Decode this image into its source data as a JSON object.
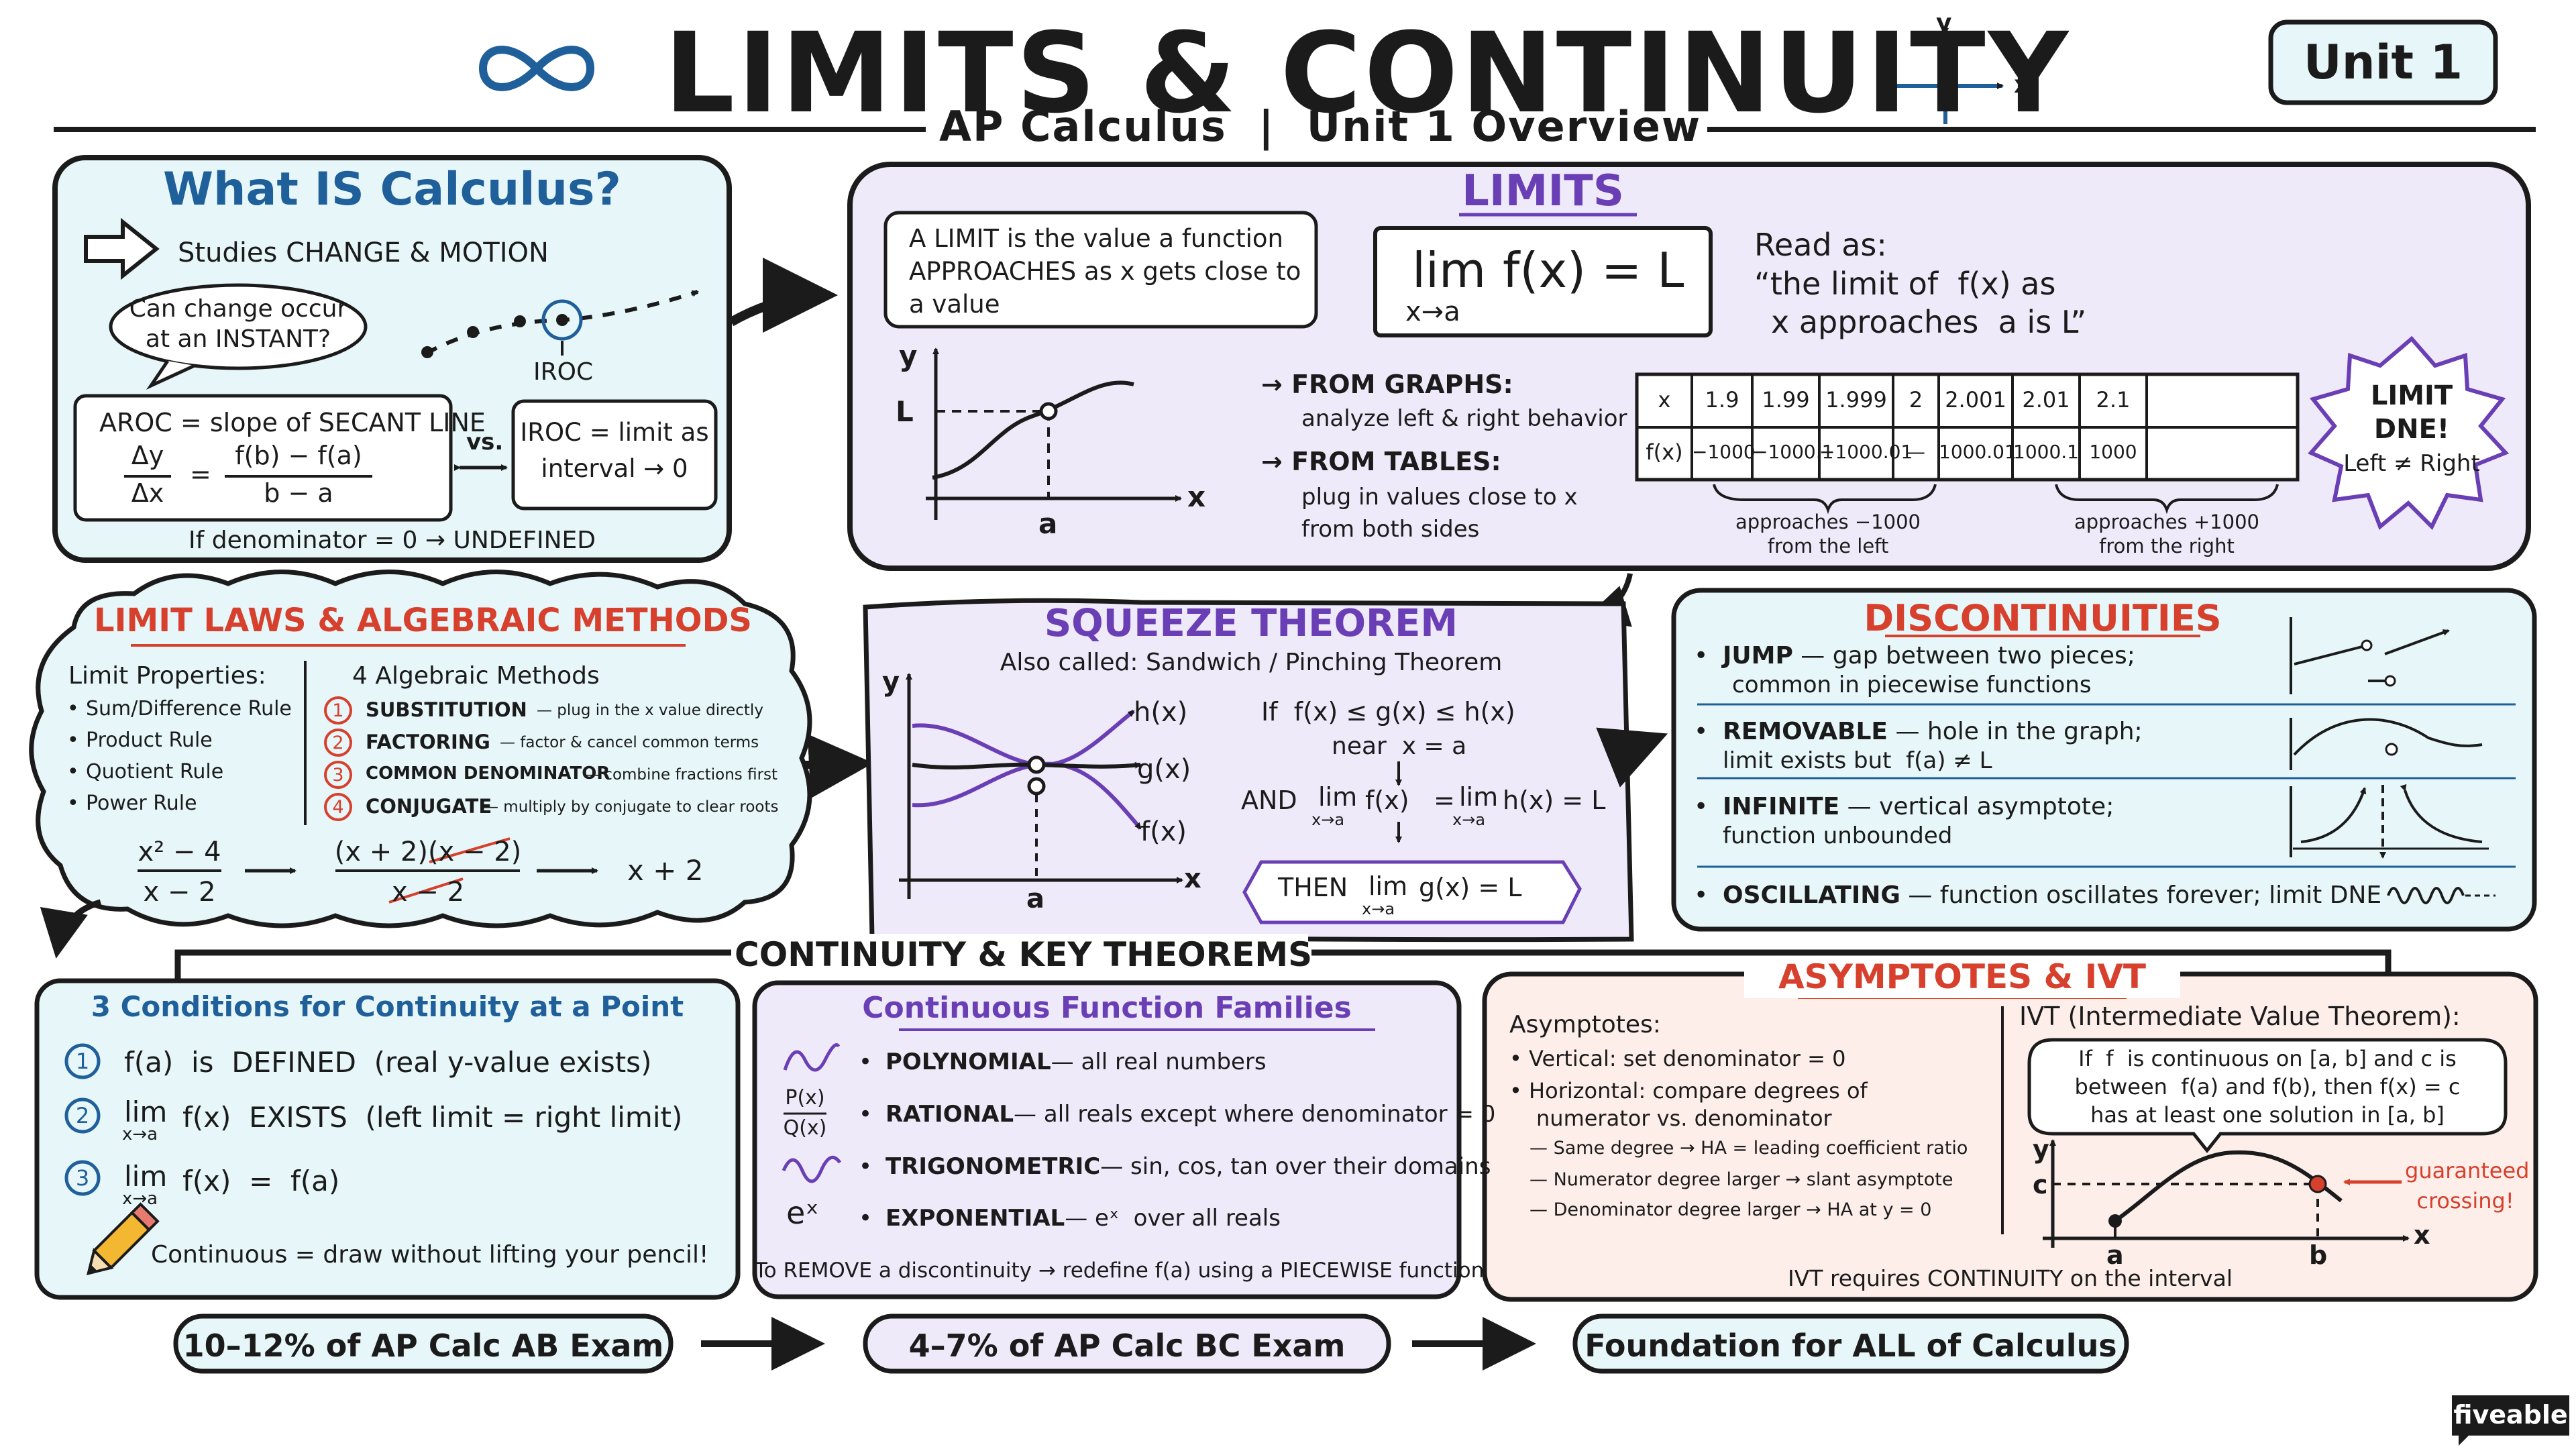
{
  "header": {
    "title": "LIMITS & CONTINUITY",
    "subtitle": "AP Calculus  |  Unit 1 Overview",
    "unit_badge": "Unit 1",
    "axis_y": "y",
    "axis_x": "x",
    "infinity_icon": "infinity-icon",
    "axes_icon": "axes-icon"
  },
  "calculus": {
    "title": "What IS Calculus?",
    "studies": "Studies CHANGE & MOTION",
    "bubble_line1": "Can change occur",
    "bubble_line2": "at an INSTANT?",
    "iroc_point": "IROC",
    "aroc_line1": "AROC = slope of SECANT LINE",
    "aroc_frac1_num": "Δy",
    "aroc_frac1_den": "Δx",
    "aroc_eq": "=",
    "aroc_frac2_num": "f(b) − f(a)",
    "aroc_frac2_den": "b − a",
    "vs": "vs.",
    "iroc_line1": "IROC = limit as",
    "iroc_line2": "interval → 0",
    "undefined_note": "If denominator = 0 → UNDEFINED"
  },
  "limits": {
    "title": "LIMITS",
    "def_line1": "A LIMIT is the value a function",
    "def_line2": "APPROACHES as x gets close to",
    "def_line3": "a value",
    "notation_lim": "lim",
    "notation_sub": "x→a",
    "notation_rest": "f(x) = L",
    "read_as1": "Read as:",
    "read_as2": "“the limit of  f(x) as",
    "read_as3": "x approaches  a is L”",
    "graph_y": "y",
    "graph_x": "x",
    "graph_L": "L",
    "graph_a": "a",
    "from_graphs": "→ FROM GRAPHS:",
    "from_graphs_sub": "analyze left & right behavior",
    "from_tables": "→ FROM TABLES:",
    "from_tables_sub1": "plug in values close to x",
    "from_tables_sub2": "from both sides",
    "table_x_label": "x",
    "table_fx_label": "f(x)",
    "table_x": [
      "1.9",
      "1.99",
      "1.999",
      "2",
      "2.001",
      "2.01",
      "2.1"
    ],
    "table_fx": [
      "−1000",
      "−1000.1",
      "−1000.01",
      "—",
      "1000.01",
      "1000.1",
      "1000"
    ],
    "left_note1": "approaches −1000",
    "left_note2": "from the left",
    "right_note1": "approaches +1000",
    "right_note2": "from the right",
    "dne1": "LIMIT",
    "dne2": "DNE!",
    "dne3": "Left ≠ Right"
  },
  "laws": {
    "title": "LIMIT LAWS & ALGEBRAIC METHODS",
    "props_title": "Limit Properties:",
    "props": [
      "Sum/Difference Rule",
      "Product Rule",
      "Quotient Rule",
      "Power Rule"
    ],
    "methods_title": "4 Algebraic Methods",
    "methods": [
      {
        "num": "1",
        "name": "SUBSTITUTION",
        "desc": "— plug in the x value directly"
      },
      {
        "num": "2",
        "name": "FACTORING",
        "desc": "— factor & cancel common terms"
      },
      {
        "num": "3",
        "name": "COMMON DENOMINATOR",
        "desc": "— combine fractions first"
      },
      {
        "num": "4",
        "name": "CONJUGATE",
        "desc": "— multiply by conjugate to clear roots"
      }
    ],
    "ex_num": "x² − 4",
    "ex_den": "x − 2",
    "ex_f_num": "(x + 2)(x − 2)",
    "ex_f_den": "x − 2",
    "ex_result": "x + 2"
  },
  "squeeze": {
    "title": "SQUEEZE THEOREM",
    "also": "Also called: Sandwich / Pinching Theorem",
    "h": "h(x)",
    "g": "g(x)",
    "f": "f(x)",
    "y": "y",
    "x": "x",
    "a": "a",
    "if_line": "If  f(x) ≤ g(x) ≤ h(x)",
    "near": "near  x = a",
    "and": "AND",
    "lim": "lim",
    "sub": "x→a",
    "fx": "f(x)",
    "eq": "=",
    "hx": "h(x) = L",
    "then": "THEN",
    "then_rest": "g(x) = L"
  },
  "discontinuities": {
    "title": "DISCONTINUITIES",
    "items": [
      {
        "name": "JUMP",
        "line1": " — gap between two pieces;",
        "line2": "common in piecewise functions"
      },
      {
        "name": "REMOVABLE",
        "line1": " — hole in the graph;",
        "line2": "limit exists but  f(a) ≠ L"
      },
      {
        "name": "INFINITE",
        "line1": " — vertical asymptote;",
        "line2": "function unbounded"
      },
      {
        "name": "OSCILLATING",
        "line1": " — function oscillates forever; limit DNE",
        "line2": ""
      }
    ]
  },
  "continuity_header": "CONTINUITY & KEY THEOREMS",
  "conditions": {
    "title": "3 Conditions for Continuity at a Point",
    "items": [
      {
        "num": "1",
        "text": "f(a)  is  DEFINED  (real y-value exists)"
      },
      {
        "num": "2",
        "text": "f(x)  EXISTS  (left limit = right limit)"
      },
      {
        "num": "3",
        "text": "f(x)  =  f(a)"
      }
    ],
    "lim": "lim",
    "sub": "x→a",
    "pencil_note": "Continuous = draw without lifting your pencil!"
  },
  "families": {
    "title": "Continuous Function Families",
    "items": [
      {
        "icon": "∿",
        "name": "POLYNOMIAL",
        "desc": "— all real numbers"
      },
      {
        "icon": "P(x)/Q(x)",
        "name": "RATIONAL",
        "desc": "— all reals except where denominator = 0"
      },
      {
        "icon": "∿",
        "name": "TRIGONOMETRIC",
        "desc": "— sin, cos, tan over their domains"
      },
      {
        "icon": "eˣ",
        "name": "EXPONENTIAL",
        "desc": "— eˣ  over all reals"
      }
    ],
    "pq_num": "P(x)",
    "pq_den": "Q(x)",
    "remove_note": "To REMOVE a discontinuity → redefine f(a) using a PIECEWISE function"
  },
  "asymptotes": {
    "title": "ASYMPTOTES & IVT",
    "asym_title": "Asymptotes:",
    "vertical": "• Vertical: set denominator = 0",
    "horizontal1": "• Horizontal: compare degrees of",
    "horizontal2": "numerator vs. denominator",
    "rules": [
      "— Same degree → HA = leading coefficient ratio",
      "— Numerator degree larger → slant asymptote",
      "— Denominator degree larger → HA at y = 0"
    ],
    "ivt_title": "IVT (Intermediate Value Theorem):",
    "ivt_line1": "If  f  is continuous on [a, b] and c is",
    "ivt_line2": "between  f(a) and f(b), then f(x) = c",
    "ivt_line3": "has at least one solution in [a, b]",
    "graph_y": "y",
    "graph_x": "x",
    "graph_c": "c",
    "graph_a": "a",
    "graph_b": "b",
    "guaranteed1": "guaranteed",
    "guaranteed2": "crossing!",
    "footer": "IVT requires CONTINUITY on the interval"
  },
  "footer": {
    "ab": "10–12% of AP Calc AB Exam",
    "bc": "4–7% of AP Calc BC Exam",
    "foundation": "Foundation for ALL of Calculus",
    "brand": "fiveable"
  },
  "colors": {
    "ink": "#1b1b1b",
    "blue": "#1f5f9a",
    "purple": "#6a3fb5",
    "red": "#d6402c",
    "teal_bg": "#e6f6f9",
    "lavender_bg": "#efeafa",
    "peach_bg": "#fdeeea"
  }
}
